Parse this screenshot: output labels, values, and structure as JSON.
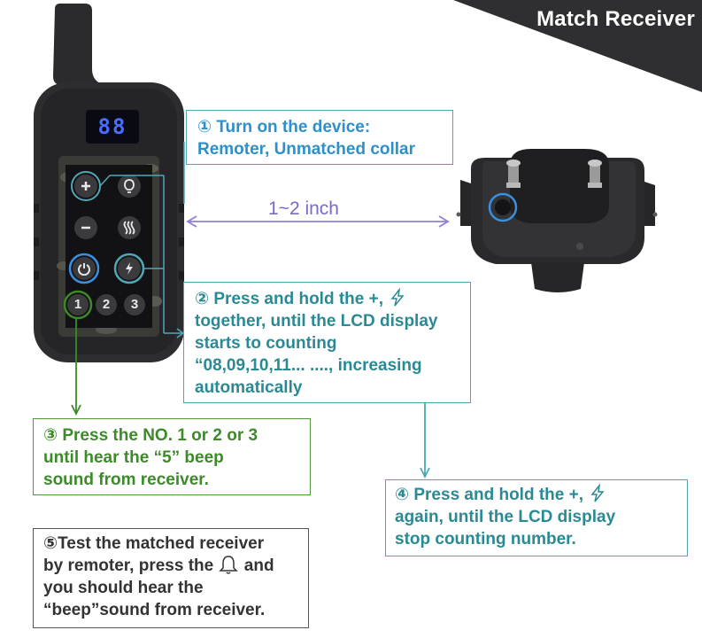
{
  "banner": {
    "title": "Match Receiver"
  },
  "remote": {
    "lcd_digits": "88",
    "number_buttons": [
      "1",
      "2",
      "3"
    ]
  },
  "distance_label": "1~2 inch",
  "steps": {
    "step1": {
      "lines": [
        "① Turn on the device:",
        "Remoter, Unmatched collar"
      ]
    },
    "step2": {
      "lines": [
        "② Press and hold the +,",
        "together, until the LCD display",
        "starts to counting",
        "“08,09,10,11... ...., increasing",
        "automatically"
      ]
    },
    "step3": {
      "lines": [
        "③ Press the NO. 1 or 2 or 3",
        "until hear the “5” beep",
        "sound from receiver."
      ]
    },
    "step4": {
      "lines": [
        "④ Press and hold the +,",
        "again, until the LCD display",
        "stop counting number."
      ]
    },
    "step5": {
      "line1": "⑤Test the matched receiver",
      "line2a": "by remoter, press the",
      "line2b": "and",
      "line3": "you should hear the",
      "line4": "“beep”sound from receiver."
    }
  },
  "colors": {
    "banner": "#2f2f31",
    "teal": "#4fa7b5",
    "green": "#3d8a2a",
    "blue_highlight": "#3a8fe0",
    "purple_arrow": "#8f7fd6"
  },
  "icons": [
    "plus-icon",
    "light-bulb-icon",
    "minus-icon",
    "vibration-icon",
    "power-icon",
    "shock-icon",
    "lightning-icon",
    "bell-icon"
  ]
}
